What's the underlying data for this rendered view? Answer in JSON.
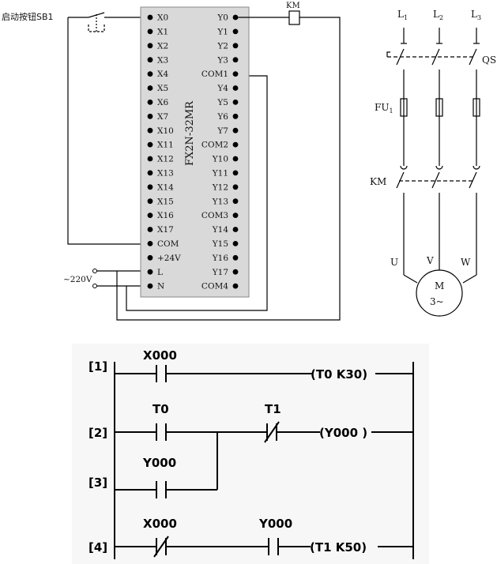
{
  "colors": {
    "plc_body": "#d9d9d9",
    "ladder_bg": "#f7f7f7",
    "line": "#000000",
    "terminal": "#000000"
  },
  "wiring": {
    "start_button_label": "启动按钮SB1",
    "supply_label": "~220V",
    "plc_model": "FX2N-32MR",
    "coil_label": "KM",
    "left_terminals": [
      "X0",
      "X1",
      "X2",
      "X3",
      "X4",
      "X5",
      "X6",
      "X7",
      "X10",
      "X11",
      "X12",
      "X13",
      "X14",
      "X15",
      "X16",
      "X17",
      "COM",
      "+24V",
      "L",
      "N"
    ],
    "right_terminals": [
      "Y0",
      "Y1",
      "Y2",
      "Y3",
      "COM1",
      "Y4",
      "Y5",
      "Y6",
      "Y7",
      "COM2",
      "Y10",
      "Y11",
      "Y12",
      "Y13",
      "COM3",
      "Y14",
      "Y15",
      "Y16",
      "Y17",
      "COM4"
    ]
  },
  "main_circuit": {
    "phases": [
      {
        "name": "L",
        "sub": "1"
      },
      {
        "name": "L",
        "sub": "2"
      },
      {
        "name": "L",
        "sub": "3"
      }
    ],
    "switch_label": "QS",
    "fuse_label": {
      "name": "FU",
      "sub": "1"
    },
    "contactor_label": "KM",
    "motor_terminals": [
      "U",
      "V",
      "W"
    ],
    "motor_label": "M",
    "motor_phase": "3~"
  },
  "ladder": {
    "rungs": [
      {
        "number": "[1]",
        "contact1": "X000",
        "output": "T0  K30"
      },
      {
        "number": "[2]",
        "contact1": "T0",
        "contact2": "T1",
        "output": "Y000"
      },
      {
        "number": "[3]",
        "contact1": "Y000"
      },
      {
        "number": "[4]",
        "contact1": "X000",
        "contact2": "Y000",
        "output": "T1  K50"
      }
    ]
  }
}
